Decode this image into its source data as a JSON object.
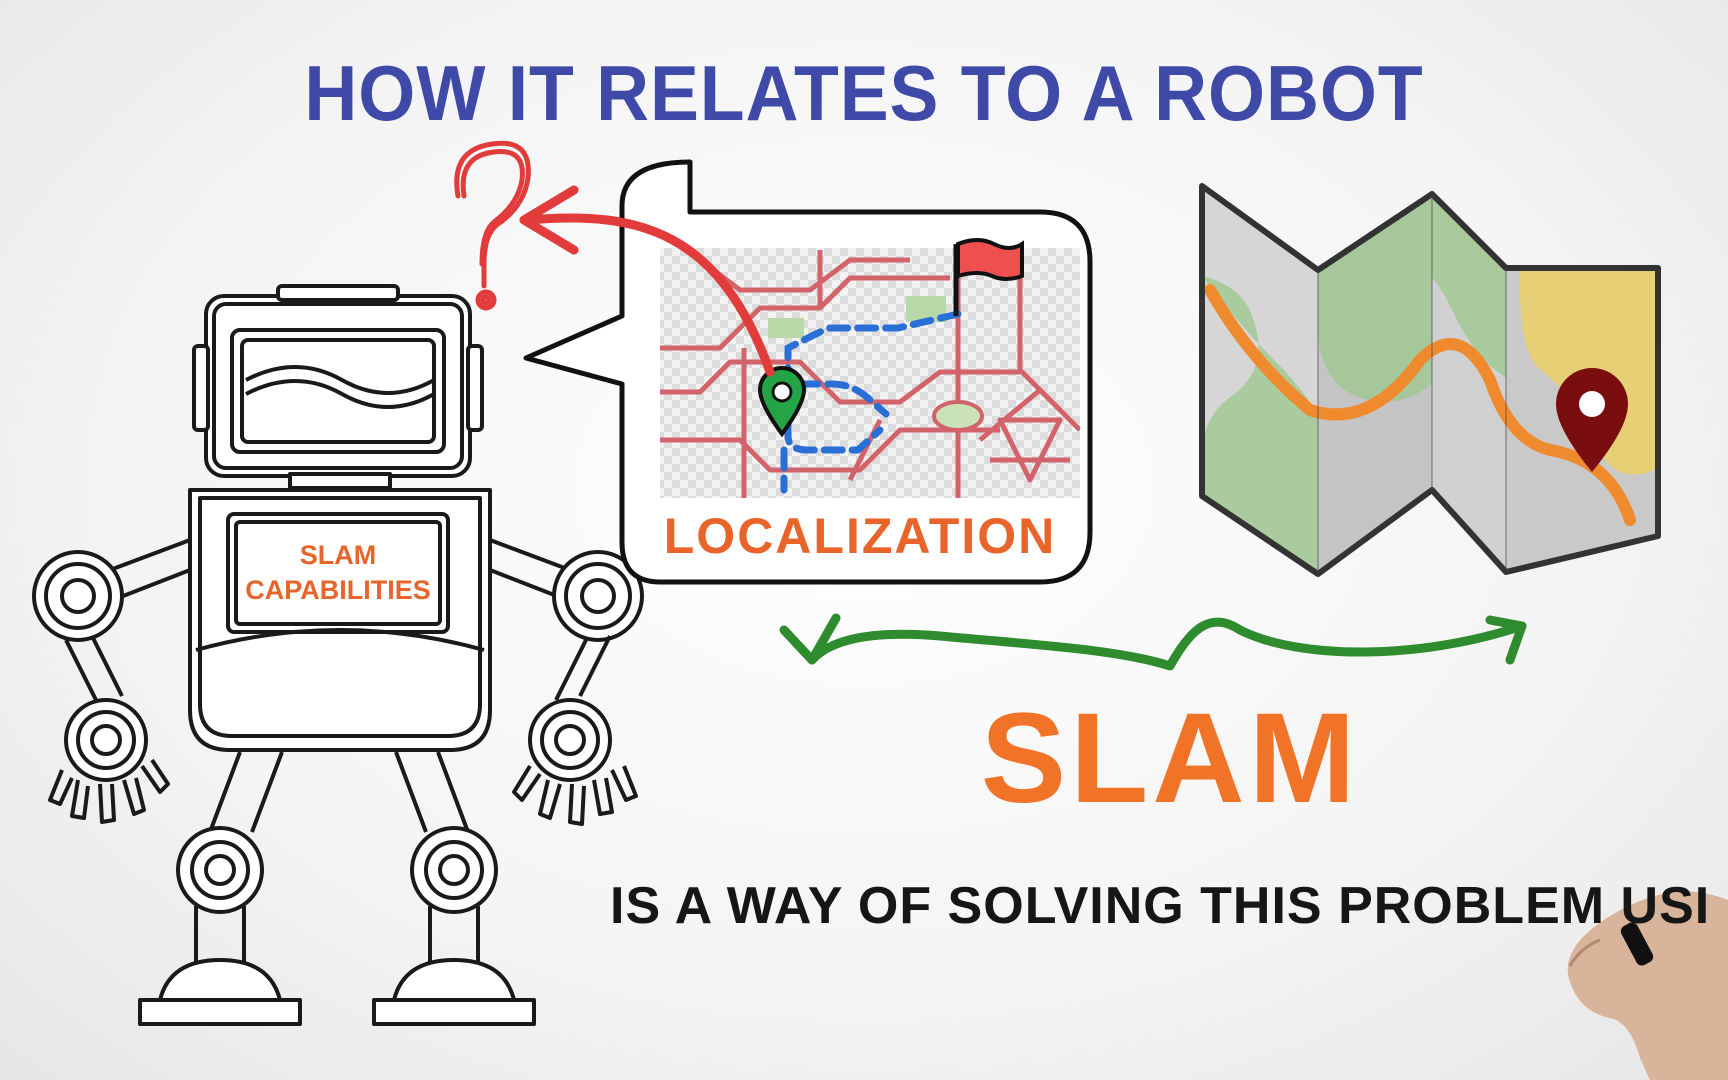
{
  "title": "HOW IT RELATES TO A ROBOT",
  "robot": {
    "label_line1": "SLAM",
    "label_line2": "CAPABILITIES"
  },
  "bubble": {
    "label": "LOCALIZATION"
  },
  "slam": {
    "label": "SLAM"
  },
  "caption": "IS A WAY OF SOLVING THIS PROBLEM USI",
  "colors": {
    "title": "#3f4aa8",
    "orange": "#e8642a",
    "red_arrow": "#e23b3b",
    "green_arrow": "#2e8b2e",
    "route_blue": "#2a6fd6",
    "map_pin": "#7a0e0e"
  },
  "icons": [
    "question-mark-icon",
    "flag-icon",
    "location-pin-icon",
    "folded-map-icon",
    "hand-icon"
  ]
}
